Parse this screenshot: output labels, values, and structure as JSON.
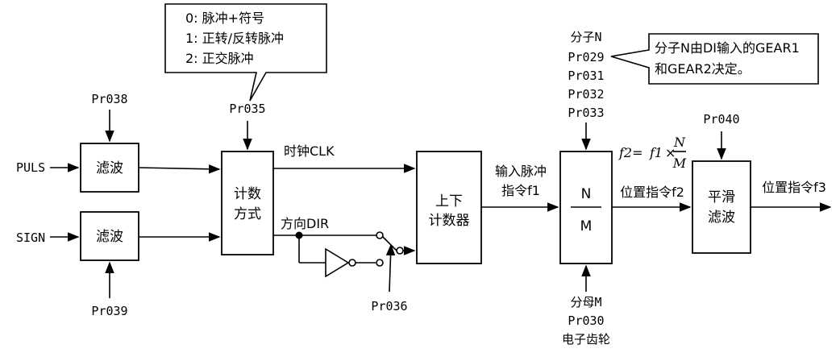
{
  "callout_mode": {
    "lines": [
      "0: 脉冲+符号",
      "1: 正转/反转脉冲",
      "2: 正交脉冲"
    ]
  },
  "callout_gear": {
    "lines": [
      "分子N由DI输入的GEAR1",
      "和GEAR2决定。"
    ]
  },
  "inputs": {
    "puls": "PULS",
    "sign": "SIGN"
  },
  "params": {
    "pr038": "Pr038",
    "pr039": "Pr039",
    "pr035": "Pr035",
    "pr036": "Pr036",
    "pr040": "Pr040",
    "numerator": [
      "分子N",
      "Pr029",
      "Pr031",
      "Pr032",
      "Pr033"
    ],
    "denominator": [
      "分母M",
      "Pr030",
      "电子齿轮"
    ]
  },
  "blocks": {
    "filter1": "滤波",
    "filter2": "滤波",
    "count_mode": [
      "计数",
      "方式"
    ],
    "updown_counter": [
      "上下",
      "计数器"
    ],
    "gear_n": "N",
    "gear_m": "M",
    "smooth_filter": [
      "平滑",
      "滤波"
    ]
  },
  "signals": {
    "clock": "时钟CLK",
    "direction": "方向DIR",
    "input_pulse": [
      "输入脉冲",
      "指令f1"
    ],
    "pos_cmd_f2": "位置指令f2",
    "pos_cmd_f3": "位置指令f3"
  },
  "formula": {
    "lhs": "f2=",
    "f1": "f1",
    "times": "×",
    "num": "N",
    "den": "M"
  }
}
